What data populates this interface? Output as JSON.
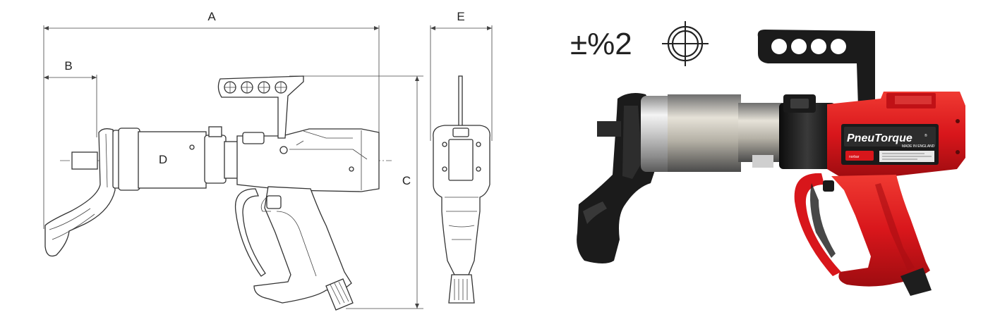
{
  "dimensions": {
    "a": "A",
    "b": "B",
    "c": "C",
    "d": "D",
    "e": "E"
  },
  "accuracy": {
    "value": "±%2",
    "symbol": "circle-crosshair-icon"
  },
  "product": {
    "brand": "PneuTorque",
    "registered": "®",
    "made_in": "MADE IN ENGLAND",
    "maker": "norbar"
  },
  "colors": {
    "body_red": "#d8161b",
    "handle_black": "#1b1b1b",
    "steel": "#c9c9c9",
    "outline": "#333333"
  }
}
